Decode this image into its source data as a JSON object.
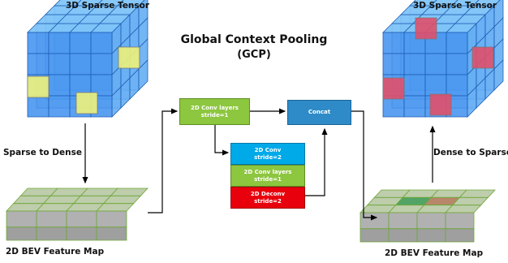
{
  "title": {
    "line1": "Global Context Pooling",
    "line2": "(GCP)"
  },
  "labels": {
    "sparse_tensor_left": "3D Sparse Tensor",
    "sparse_tensor_right": "3D Sparse Tensor",
    "sparse_to_dense": "Sparse to Dense",
    "dense_to_sparse": "Dense to Sparse",
    "bev_left": "2D BEV Feature Map",
    "bev_right": "2D BEV Feature Map"
  },
  "blocks": {
    "conv_layers_top": {
      "line1": "2D Conv layers",
      "line2": "stride=1"
    },
    "concat": {
      "line1": "Concat"
    },
    "conv_stride2": {
      "line1": "2D Conv",
      "line2": "stride=2"
    },
    "conv_layers_mid": {
      "line1": "2D Conv layers",
      "line2": "stride=1"
    },
    "deconv": {
      "line1": "2D Deconv",
      "line2": "stride=2"
    }
  },
  "colors": {
    "green": "#8DC63F",
    "blue": "#2E8BC8",
    "cyan": "#00A9E8",
    "red": "#E8000D",
    "cube_blue": "#3F8FEF",
    "highlight_yellow": "#EEF27A",
    "highlight_red": "#E0506A"
  }
}
